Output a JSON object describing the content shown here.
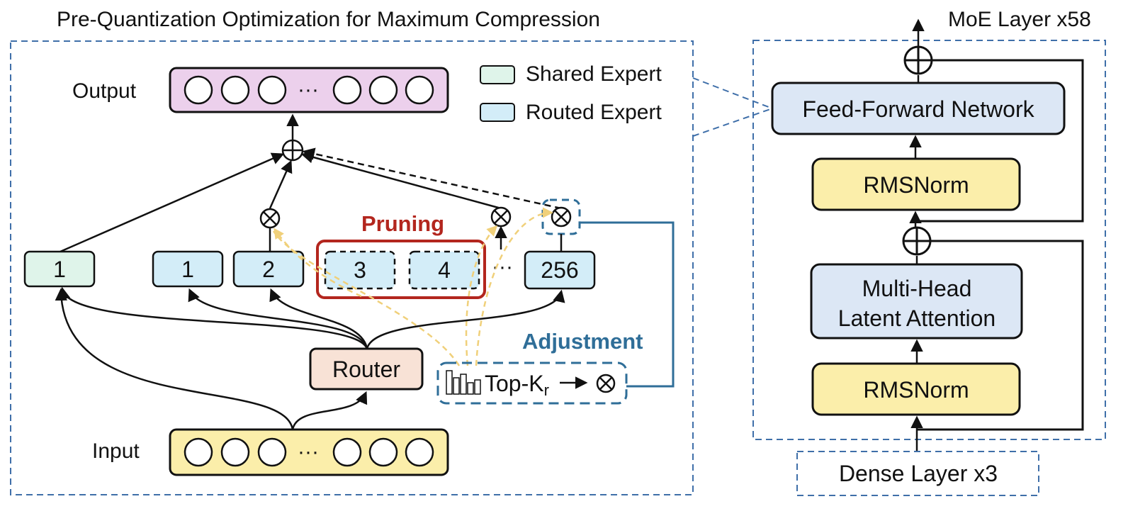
{
  "left_title": "Pre-Quantization Optimization for Maximum Compression",
  "right_title": "MoE Layer x58",
  "output_label": "Output",
  "input_label": "Input",
  "legend": {
    "shared": "Shared Expert",
    "routed": "Routed Expert"
  },
  "token_ellipsis": "···",
  "pruning_label": "Pruning",
  "adjustment_label": "Adjustment",
  "experts": {
    "shared_1": "1",
    "routed_1": "1",
    "routed_2": "2",
    "routed_3": "3",
    "routed_4": "4",
    "routed_ellipsis": "···",
    "routed_256": "256"
  },
  "router_label": "Router",
  "topk": {
    "prefix": "Top-K",
    "subscript": "r"
  },
  "right_blocks": {
    "ffn": "Feed-Forward Network",
    "rmsnorm_top": "RMSNorm",
    "mla_line1": "Multi-Head",
    "mla_line2": "Latent Attention",
    "rmsnorm_bottom": "RMSNorm",
    "dense": "Dense Layer x3"
  },
  "colors": {
    "shared_expert": "#dff4ea",
    "routed_expert": "#d3edf8",
    "output_bar": "#ecd0ec",
    "input_bar": "#fbeeaa",
    "router": "#f8e2d6",
    "rmsnorm": "#fbeeaa",
    "ffn": "#dce7f5",
    "pruning": "#b3261e",
    "adjustment": "#2f6e98",
    "frame": "#3f6fa9"
  }
}
